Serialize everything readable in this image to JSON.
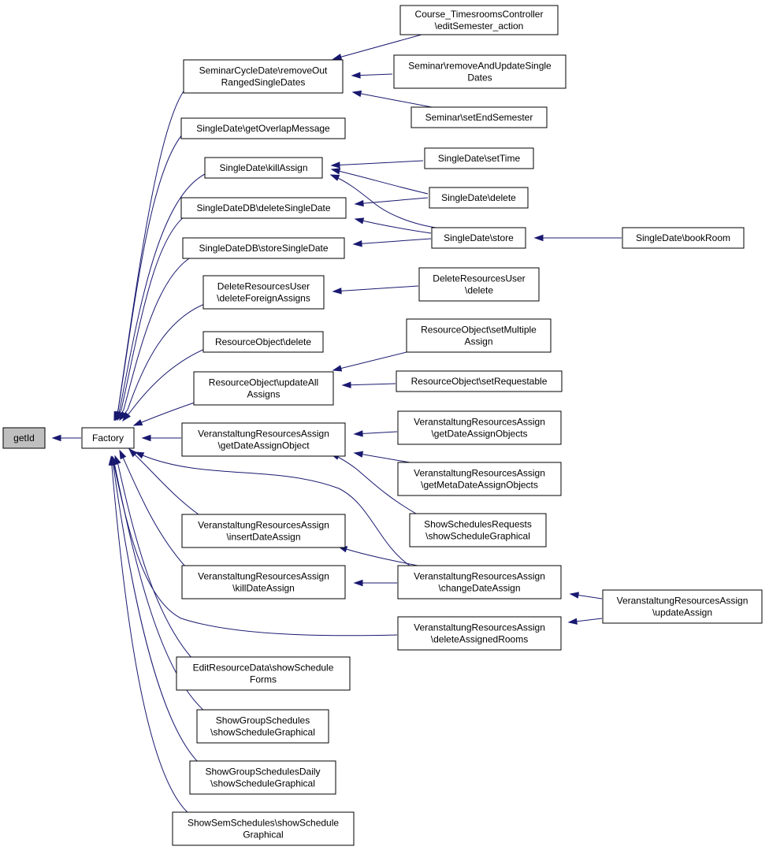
{
  "graph": {
    "nodes": [
      {
        "id": "getId",
        "lines": [
          "getId"
        ],
        "highlight": true
      },
      {
        "id": "factory",
        "lines": [
          "Factory"
        ]
      },
      {
        "id": "scd_remove",
        "lines": [
          "SeminarCycleDate\\removeOut",
          "RangedSingleDates"
        ]
      },
      {
        "id": "sd_overlap",
        "lines": [
          "SingleDate\\getOverlapMessage"
        ]
      },
      {
        "id": "sd_kill",
        "lines": [
          "SingleDate\\killAssign"
        ]
      },
      {
        "id": "sddb_delete",
        "lines": [
          "SingleDateDB\\deleteSingleDate"
        ]
      },
      {
        "id": "sddb_store",
        "lines": [
          "SingleDateDB\\storeSingleDate"
        ]
      },
      {
        "id": "dru_foreign",
        "lines": [
          "DeleteResourcesUser",
          "\\deleteForeignAssigns"
        ]
      },
      {
        "id": "ro_delete",
        "lines": [
          "ResourceObject\\delete"
        ]
      },
      {
        "id": "ro_updateall",
        "lines": [
          "ResourceObject\\updateAll",
          "Assigns"
        ]
      },
      {
        "id": "vra_getdao",
        "lines": [
          "VeranstaltungResourcesAssign",
          "\\getDateAssignObject"
        ]
      },
      {
        "id": "vra_insert",
        "lines": [
          "VeranstaltungResourcesAssign",
          "\\insertDateAssign"
        ]
      },
      {
        "id": "vra_kill",
        "lines": [
          "VeranstaltungResourcesAssign",
          "\\killDateAssign"
        ]
      },
      {
        "id": "erd_forms",
        "lines": [
          "EditResourceData\\showSchedule",
          "Forms"
        ]
      },
      {
        "id": "sgs_graph",
        "lines": [
          "ShowGroupSchedules",
          "\\showScheduleGraphical"
        ]
      },
      {
        "id": "sgsd_graph",
        "lines": [
          "ShowGroupSchedulesDaily",
          "\\showScheduleGraphical"
        ]
      },
      {
        "id": "sss_graph",
        "lines": [
          "ShowSemSchedules\\showSchedule",
          "Graphical"
        ]
      },
      {
        "id": "ctc_edit",
        "lines": [
          "Course_TimesroomsController",
          "\\editSemester_action"
        ]
      },
      {
        "id": "sem_remove",
        "lines": [
          "Seminar\\removeAndUpdateSingle",
          "Dates"
        ]
      },
      {
        "id": "sem_setend",
        "lines": [
          "Seminar\\setEndSemester"
        ]
      },
      {
        "id": "sd_settime",
        "lines": [
          "SingleDate\\setTime"
        ]
      },
      {
        "id": "sd_delete",
        "lines": [
          "SingleDate\\delete"
        ]
      },
      {
        "id": "sd_store",
        "lines": [
          "SingleDate\\store"
        ]
      },
      {
        "id": "sd_bookroom",
        "lines": [
          "SingleDate\\bookRoom"
        ]
      },
      {
        "id": "dru_delete",
        "lines": [
          "DeleteResourcesUser",
          "\\delete"
        ]
      },
      {
        "id": "ro_setmulti",
        "lines": [
          "ResourceObject\\setMultiple",
          "Assign"
        ]
      },
      {
        "id": "ro_setreq",
        "lines": [
          "ResourceObject\\setRequestable"
        ]
      },
      {
        "id": "vra_getdaos",
        "lines": [
          "VeranstaltungResourcesAssign",
          "\\getDateAssignObjects"
        ]
      },
      {
        "id": "vra_getmeta",
        "lines": [
          "VeranstaltungResourcesAssign",
          "\\getMetaDateAssignObjects"
        ]
      },
      {
        "id": "ssr_graph",
        "lines": [
          "ShowSchedulesRequests",
          "\\showScheduleGraphical"
        ]
      },
      {
        "id": "vra_change",
        "lines": [
          "VeranstaltungResourcesAssign",
          "\\changeDateAssign"
        ]
      },
      {
        "id": "vra_delrooms",
        "lines": [
          "VeranstaltungResourcesAssign",
          "\\deleteAssignedRooms"
        ]
      },
      {
        "id": "vra_update",
        "lines": [
          "VeranstaltungResourcesAssign",
          "\\updateAssign"
        ]
      }
    ],
    "edges": [
      {
        "from": "factory",
        "to": "getId"
      },
      {
        "from": "scd_remove",
        "to": "factory"
      },
      {
        "from": "sd_overlap",
        "to": "factory"
      },
      {
        "from": "sd_kill",
        "to": "factory"
      },
      {
        "from": "sddb_delete",
        "to": "factory"
      },
      {
        "from": "sddb_store",
        "to": "factory"
      },
      {
        "from": "dru_foreign",
        "to": "factory"
      },
      {
        "from": "ro_delete",
        "to": "factory"
      },
      {
        "from": "ro_updateall",
        "to": "factory"
      },
      {
        "from": "vra_getdao",
        "to": "factory"
      },
      {
        "from": "vra_insert",
        "to": "factory"
      },
      {
        "from": "vra_kill",
        "to": "factory"
      },
      {
        "from": "erd_forms",
        "to": "factory"
      },
      {
        "from": "sgs_graph",
        "to": "factory"
      },
      {
        "from": "sgsd_graph",
        "to": "factory"
      },
      {
        "from": "sss_graph",
        "to": "factory"
      },
      {
        "from": "vra_change",
        "to": "factory"
      },
      {
        "from": "vra_delrooms",
        "to": "factory"
      },
      {
        "from": "ctc_edit",
        "to": "scd_remove"
      },
      {
        "from": "sem_remove",
        "to": "scd_remove"
      },
      {
        "from": "sem_setend",
        "to": "scd_remove"
      },
      {
        "from": "sd_settime",
        "to": "sd_kill"
      },
      {
        "from": "sd_delete",
        "to": "sd_kill"
      },
      {
        "from": "sd_store",
        "to": "sd_kill"
      },
      {
        "from": "sd_delete",
        "to": "sddb_delete"
      },
      {
        "from": "sd_store",
        "to": "sddb_delete"
      },
      {
        "from": "sd_store",
        "to": "sddb_store"
      },
      {
        "from": "sd_bookroom",
        "to": "sd_store"
      },
      {
        "from": "dru_delete",
        "to": "dru_foreign"
      },
      {
        "from": "ro_setmulti",
        "to": "ro_updateall"
      },
      {
        "from": "ro_setreq",
        "to": "ro_updateall"
      },
      {
        "from": "vra_getdaos",
        "to": "vra_getdao"
      },
      {
        "from": "vra_getmeta",
        "to": "vra_getdao"
      },
      {
        "from": "ssr_graph",
        "to": "vra_getdao"
      },
      {
        "from": "vra_change",
        "to": "vra_insert"
      },
      {
        "from": "vra_change",
        "to": "vra_kill"
      },
      {
        "from": "vra_update",
        "to": "vra_change"
      },
      {
        "from": "vra_update",
        "to": "vra_delrooms"
      }
    ]
  },
  "colors": {
    "edge": "#191970",
    "highlight_fill": "#bfbfbf",
    "node_fill": "#ffffff",
    "node_stroke": "#000000"
  }
}
